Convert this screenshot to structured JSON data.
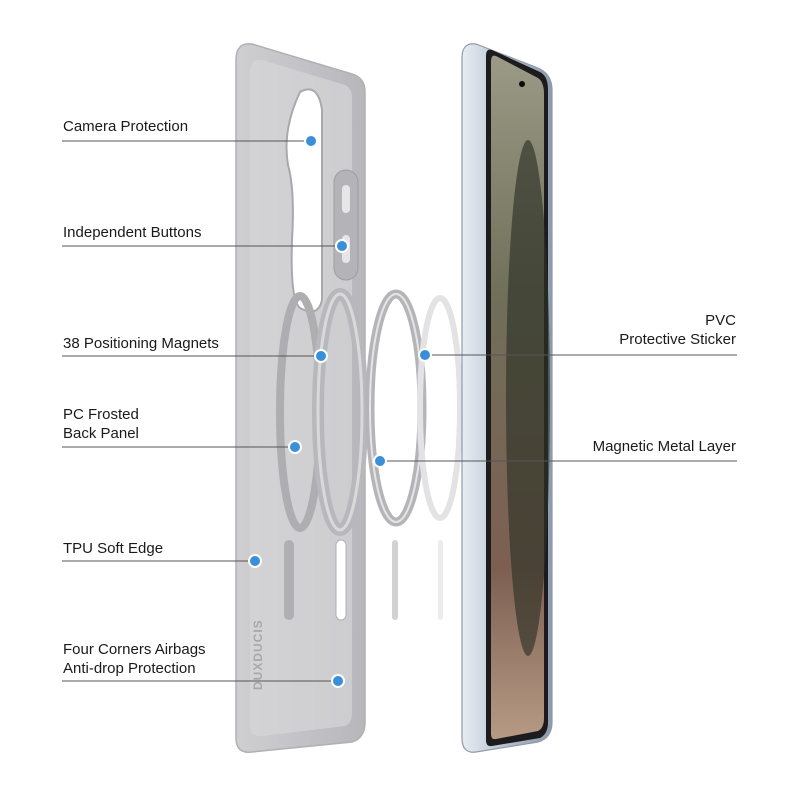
{
  "callouts": {
    "camera_protection": "Camera Protection",
    "independent_buttons": "Independent Buttons",
    "positioning_magnets": "38 Positioning Magnets",
    "pc_back_panel_line1": "PC Frosted",
    "pc_back_panel_line2": "Back Panel",
    "tpu_soft_edge": "TPU Soft Edge",
    "airbags_line1": "Four Corners Airbags",
    "airbags_line2": "Anti-drop Protection",
    "pvc_line1": "PVC",
    "pvc_line2": "Protective Sticker",
    "magnetic_metal_layer": "Magnetic Metal Layer"
  },
  "case_brand": "DUXDUCIS",
  "colors": {
    "case_gray": "#c9c9cc",
    "dot_blue": "#3a8fd9",
    "leader_line": "#555555",
    "phone_frame": "#b9c4d2"
  }
}
